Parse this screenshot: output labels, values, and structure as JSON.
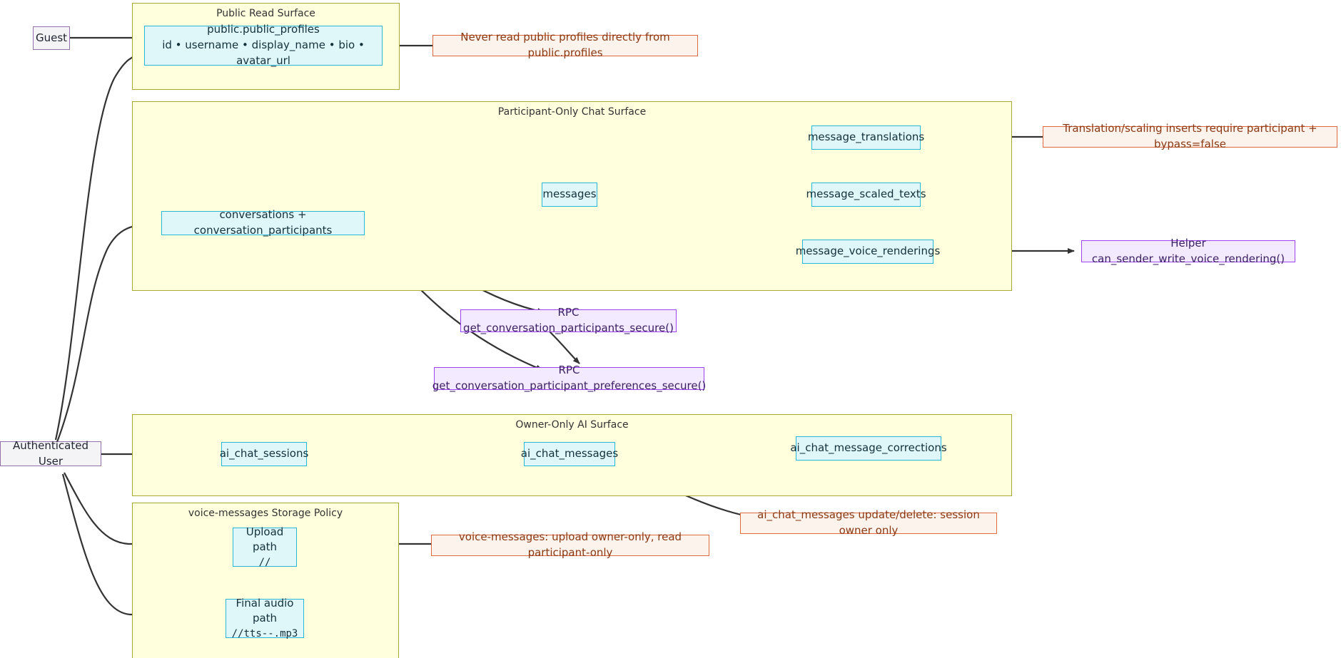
{
  "diagram": {
    "type": "flowchart",
    "direction": "left-to-right",
    "clusters": [
      {
        "id": "public-read-surface",
        "title": "Public Read Surface"
      },
      {
        "id": "participant-chat",
        "title": "Participant-Only Chat Surface"
      },
      {
        "id": "owner-ai-surface",
        "title": "Owner-Only AI Surface"
      },
      {
        "id": "voice-storage-policy",
        "title": "voice-messages Storage Policy"
      }
    ],
    "actors": {
      "guest": "Guest",
      "authenticated_user": "Authenticated User"
    },
    "tables": {
      "public_profiles_title": "public.public_profiles",
      "public_profiles_cols": "id • username • display_name • bio • avatar_url",
      "conversations": "conversations + conversation_participants",
      "messages": "messages",
      "message_translations": "message_translations",
      "message_scaled_texts": "message_scaled_texts",
      "message_voice_renderings": "message_voice_renderings",
      "ai_chat_sessions": "ai_chat_sessions",
      "ai_chat_messages": "ai_chat_messages",
      "ai_chat_message_corrections": "ai_chat_message_corrections",
      "upload_path_title": "Upload path",
      "upload_path_value": "//",
      "final_audio_title": "Final audio path",
      "final_audio_value": "//tts--.mp3"
    },
    "rpcs": {
      "get_conversation_participants_secure": "RPC get_conversation_participants_secure()",
      "get_conversation_participant_preferences_secure": "RPC get_conversation_participant_preferences_secure()",
      "can_sender_write_voice_rendering": "Helper can_sender_write_voice_rendering()"
    },
    "notes": {
      "public_profiles": "Never read public profiles directly from public.profiles",
      "translation_scaling": "Translation/scaling inserts require participant + bypass=false",
      "ai_chat_messages": "ai_chat_messages update/delete: session owner only",
      "voice_messages": "voice-messages: upload owner-only, read participant-only"
    },
    "colors": {
      "cluster_fill": "#ffffde",
      "cluster_stroke": "#aaaa33",
      "table_fill": "#e0f7fa",
      "table_stroke": "#29b6d8",
      "note_fill": "#fdf3ed",
      "note_stroke": "#e06b3e",
      "rpc_fill": "#f3eaff",
      "rpc_stroke": "#9c44f0",
      "actor_fill": "#f4f4f6",
      "actor_stroke": "#9370a8",
      "edge_stroke": "#333333"
    }
  }
}
